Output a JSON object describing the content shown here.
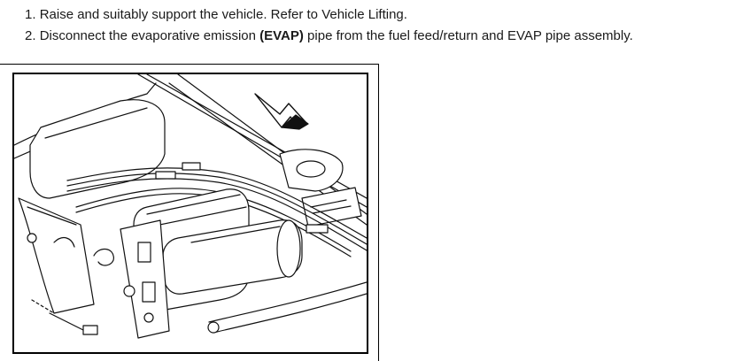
{
  "steps": [
    {
      "number": "1.",
      "text": "Raise and suitably support the vehicle. Refer to Vehicle Lifting."
    },
    {
      "number": "2.",
      "text_before": "Disconnect the evaporative emission ",
      "text_bold": "(EVAP)",
      "text_after": " pipe from the fuel feed/return and EVAP pipe assembly."
    }
  ],
  "figure": {
    "icons": [
      "front-direction-arrow-icon"
    ]
  }
}
